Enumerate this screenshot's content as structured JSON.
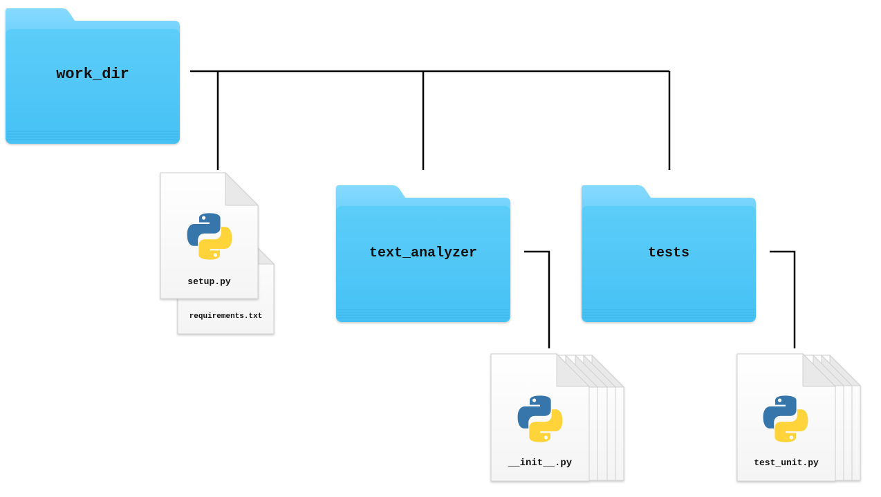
{
  "folders": {
    "root": {
      "name": "work_dir",
      "icon": "folder-icon"
    },
    "package": {
      "name": "text_analyzer",
      "icon": "folder-icon"
    },
    "tests": {
      "name": "tests",
      "icon": "folder-icon"
    }
  },
  "files": {
    "setup": {
      "name": "setup.py",
      "icon": "python-icon"
    },
    "requirements": {
      "name": "requirements.txt",
      "icon": "document-icon"
    },
    "package_main": {
      "name": "__init__.py",
      "icon": "python-icon"
    },
    "tests_main": {
      "name": "test_unit.py",
      "icon": "python-icon"
    }
  },
  "colors": {
    "folder_body": "#48c2f5",
    "folder_body_light": "#5ecdf8",
    "folder_tab": "#7fd7fb",
    "folder_stripe": "#3aaee6",
    "connector": "#000000",
    "python_blue": "#3776ab",
    "python_yellow": "#ffd43b",
    "page_fill": "#ffffff",
    "page_border": "#cfcfcf"
  }
}
